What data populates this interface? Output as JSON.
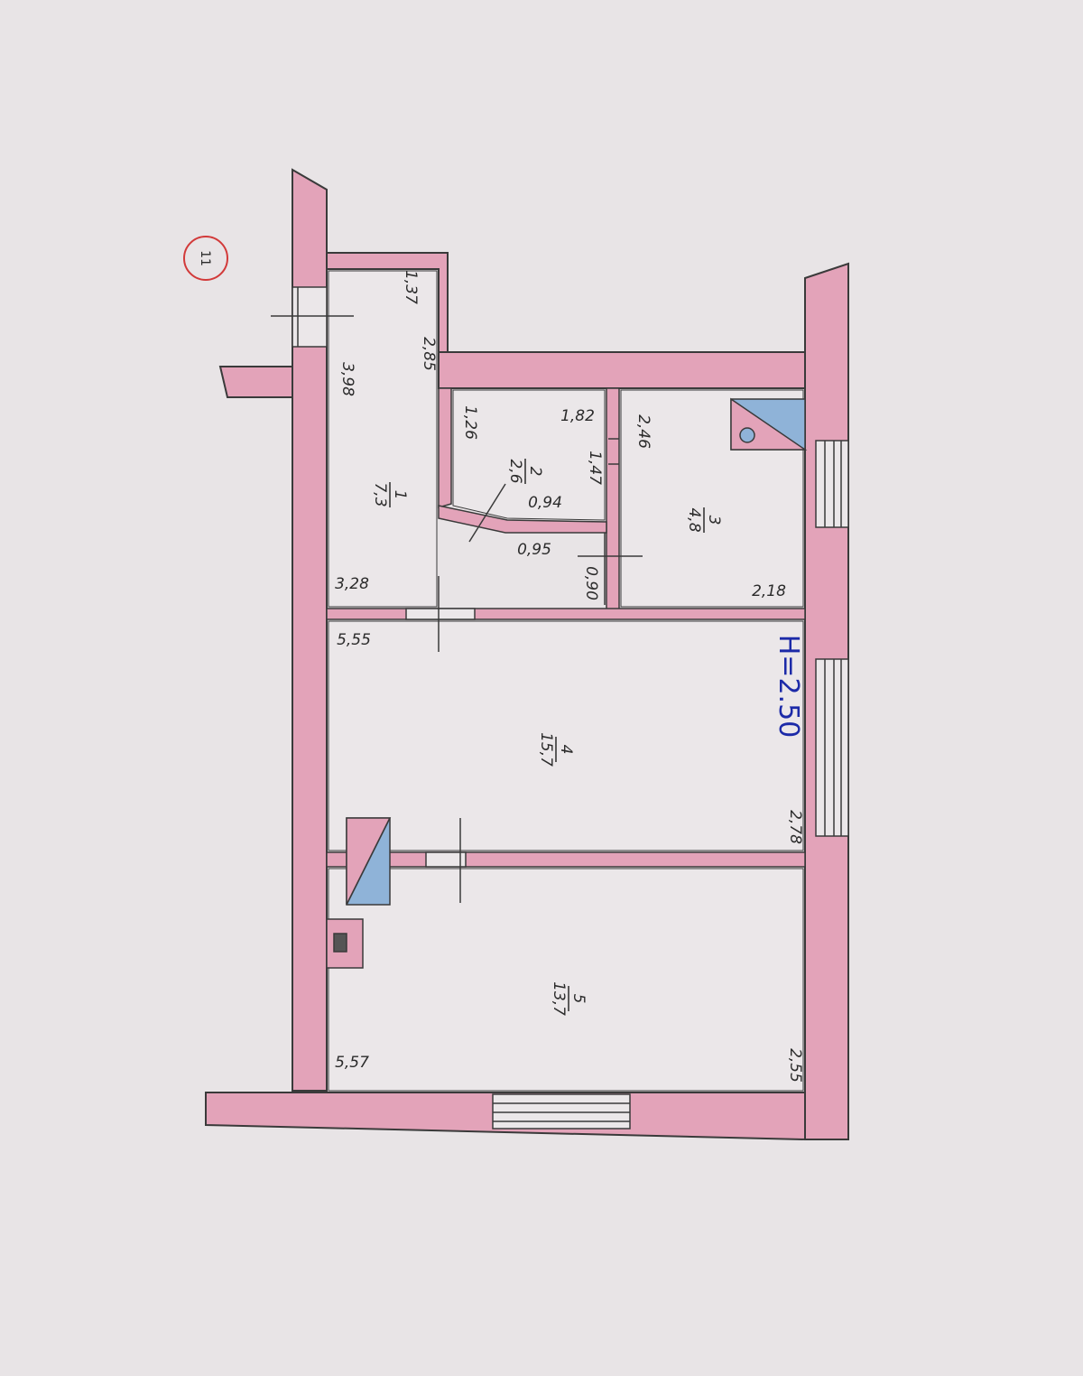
{
  "sheet_number": "11",
  "height_note": "H=2.50",
  "colors": {
    "paper": "#e8e4e6",
    "wall_fill": "#e3a3b9",
    "wall_line": "#3a3a3a",
    "fixture_fill": "#8fb3d8",
    "badge_ring": "#d23a3a",
    "note_ink": "#1c2aa8"
  },
  "rooms": [
    {
      "number": "1",
      "area": "7,3"
    },
    {
      "number": "2",
      "area": "2,6"
    },
    {
      "number": "3",
      "area": "4,8"
    },
    {
      "number": "4",
      "area": "15,7"
    },
    {
      "number": "5",
      "area": "13,7"
    }
  ],
  "dimensions": {
    "d1_37": "1,37",
    "d2_85": "2,85",
    "d3_98": "3,98",
    "d3_28": "3,28",
    "d1_26": "1,26",
    "d1_82": "1,82",
    "d1_47": "1,47",
    "d0_94": "0,94",
    "d0_95": "0,95",
    "d0_90": "0,90",
    "d2_46": "2,46",
    "d2_18": "2,18",
    "d5_55": "5,55",
    "d2_78": "2,78",
    "d5_57": "5,57",
    "d2_55": "2,55"
  }
}
